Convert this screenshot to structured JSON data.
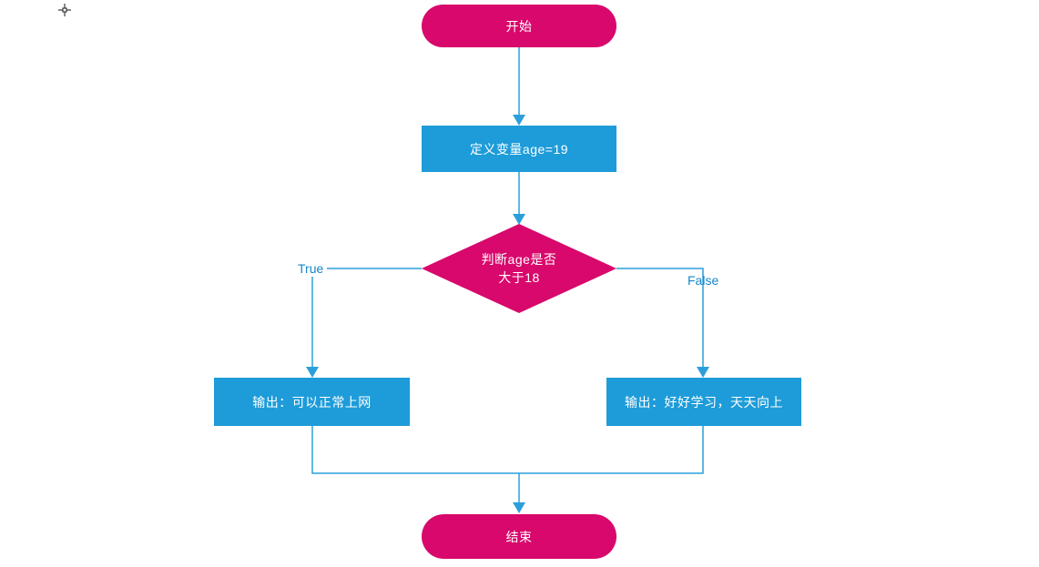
{
  "diagram": {
    "type": "flowchart",
    "nodes": [
      {
        "id": "start",
        "shape": "terminator",
        "label": "开始"
      },
      {
        "id": "define-age",
        "shape": "process",
        "label": "定义变量age=19"
      },
      {
        "id": "decision-age",
        "shape": "decision",
        "label": "判断age是否大于18",
        "line1": "判断age是否",
        "line2": "大于18"
      },
      {
        "id": "output-true",
        "shape": "process",
        "label": "输出：可以正常上网"
      },
      {
        "id": "output-false",
        "shape": "process",
        "label": "输出：好好学习，天天向上"
      },
      {
        "id": "end",
        "shape": "terminator",
        "label": "结束"
      }
    ],
    "edges": [
      {
        "from": "start",
        "to": "define-age",
        "label": ""
      },
      {
        "from": "define-age",
        "to": "decision-age",
        "label": ""
      },
      {
        "from": "decision-age",
        "to": "output-true",
        "label": "True"
      },
      {
        "from": "decision-age",
        "to": "output-false",
        "label": "False"
      },
      {
        "from": "output-true",
        "to": "end",
        "label": ""
      },
      {
        "from": "output-false",
        "to": "end",
        "label": ""
      }
    ]
  },
  "colors": {
    "terminator_fill": "#d8086c",
    "decision_fill": "#d8086c",
    "process_fill": "#1e9cd9",
    "connector": "#2c9fdb",
    "edge_label_text": "#1787c8",
    "node_text": "#ffffff",
    "background": "#ffffff",
    "cursor_mark": "#3a3a3a"
  },
  "cursor": {
    "glyph": "crosshair"
  }
}
